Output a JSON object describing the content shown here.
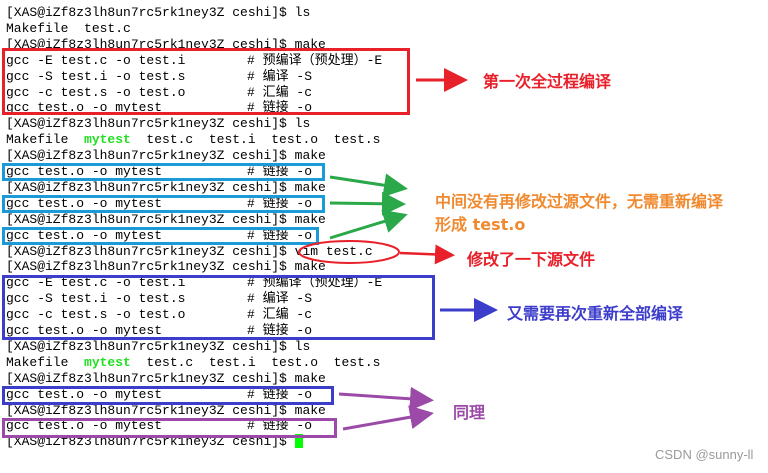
{
  "terminal": {
    "lines": [
      {
        "text": "[XAS@iZf8z3lh8un7rc5rk1ney3Z ceshi]$ ls"
      },
      {
        "text": "Makefile  test.c"
      },
      {
        "text": "[XAS@iZf8z3lh8un7rc5rk1ney3Z ceshi]$ make"
      },
      {
        "text": "gcc -E test.c -o test.i",
        "comment": "# 预编译（预处理）-E"
      },
      {
        "text": "gcc -S test.i -o test.s",
        "comment": "# 编译 -S"
      },
      {
        "text": "gcc -c test.s -o test.o",
        "comment": "# 汇编 -c"
      },
      {
        "text": "gcc test.o -o mytest",
        "comment": "# 链接 -o"
      },
      {
        "text": "[XAS@iZf8z3lh8un7rc5rk1ney3Z ceshi]$ ls"
      },
      {
        "text": "Makefile  ",
        "green": "mytest",
        "after": "  test.c  test.i  test.o  test.s"
      },
      {
        "text": "[XAS@iZf8z3lh8un7rc5rk1ney3Z ceshi]$ make"
      },
      {
        "text": "gcc test.o -o mytest",
        "comment": "# 链接 -o"
      },
      {
        "text": "[XAS@iZf8z3lh8un7rc5rk1ney3Z ceshi]$ make"
      },
      {
        "text": "gcc test.o -o mytest",
        "comment": "# 链接 -o"
      },
      {
        "text": "[XAS@iZf8z3lh8un7rc5rk1ney3Z ceshi]$ make"
      },
      {
        "text": "gcc test.o -o mytest",
        "comment": "# 链接 -o"
      },
      {
        "text": "[XAS@iZf8z3lh8un7rc5rk1ney3Z ceshi]$ vim test.c"
      },
      {
        "text": "[XAS@iZf8z3lh8un7rc5rk1ney3Z ceshi]$ make"
      },
      {
        "text": "gcc -E test.c -o test.i",
        "comment": "# 预编译（预处理）-E"
      },
      {
        "text": "gcc -S test.i -o test.s",
        "comment": "# 编译 -S"
      },
      {
        "text": "gcc -c test.s -o test.o",
        "comment": "# 汇编 -c"
      },
      {
        "text": "gcc test.o -o mytest",
        "comment": "# 链接 -o"
      },
      {
        "text": "[XAS@iZf8z3lh8un7rc5rk1ney3Z ceshi]$ ls"
      },
      {
        "text": "Makefile  ",
        "green": "mytest",
        "after": "  test.c  test.i  test.o  test.s"
      },
      {
        "text": "[XAS@iZf8z3lh8un7rc5rk1ney3Z ceshi]$ make"
      },
      {
        "text": "gcc test.o -o mytest",
        "comment": "# 链接 -o"
      },
      {
        "text": "[XAS@iZf8z3lh8un7rc5rk1ney3Z ceshi]$ make"
      },
      {
        "text": "gcc test.o -o mytest",
        "comment": "# 链接 -o"
      },
      {
        "text": "[XAS@iZf8z3lh8un7rc5rk1ney3Z ceshi]$ ",
        "cursor": true
      }
    ]
  },
  "annotations": {
    "first_full": "第一次全过程编译",
    "no_change_1": "中间没有再修改过源文件，无需重新编译",
    "no_change_2": "形成 test.o",
    "modified": "修改了一下源文件",
    "recompile": "又需要再次重新全部编译",
    "same": "同理"
  },
  "watermark": "CSDN @sunny-ll",
  "colors": {
    "red": "#e8202a",
    "blue": "#1a9ad6",
    "indigo": "#3d3dcc",
    "green": "#2aa84a",
    "orange": "#f08a30",
    "purple": "#9b4aa8"
  }
}
